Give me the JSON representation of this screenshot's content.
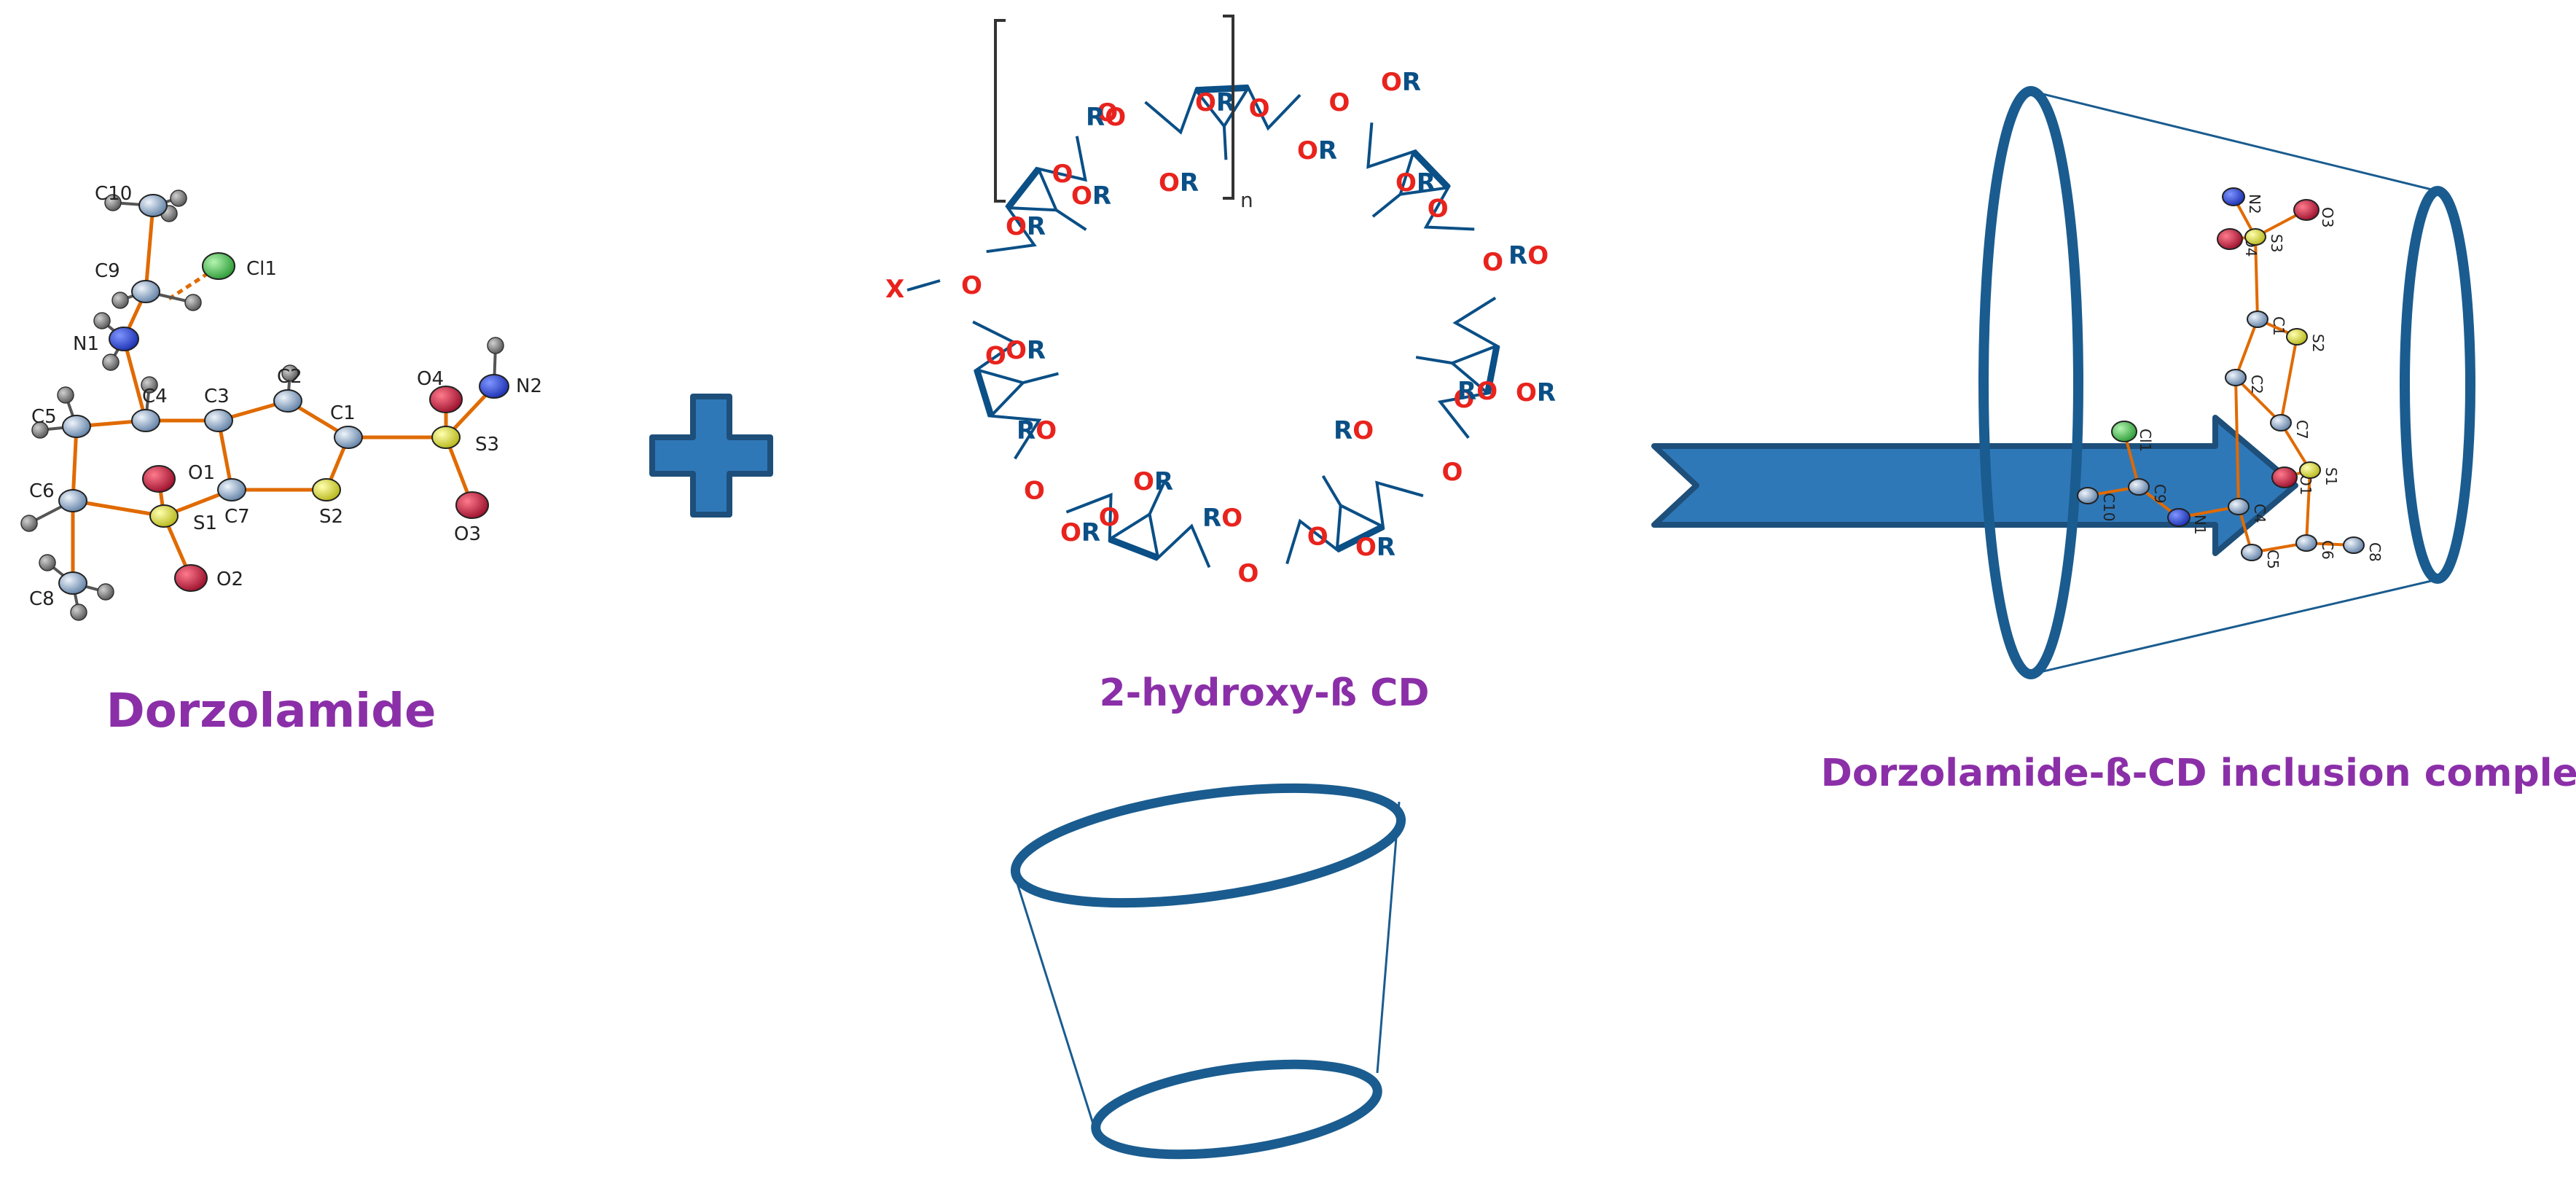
{
  "captions": {
    "left": "Dorzolamide",
    "middle": "2-hydroxy-ß CD",
    "right": "Dorzolamide-ß-CD inclusion complex"
  },
  "colors": {
    "caption": "#8b2fa8",
    "cd_blue": "#1a5c8f",
    "cd_red": "#e8231d",
    "bond": "#e06a00",
    "ring_text_blue": "#0a4f86",
    "arrow_fill": "#2f78b8",
    "arrow_stroke": "#1d4f7a",
    "plus_fill": "#2f78b8",
    "atom_c": "#8aa6c4",
    "atom_h": "#777777",
    "atom_n": "#1a3ccf",
    "atom_o": "#c4183c",
    "atom_s": "#e3e32a",
    "atom_cl": "#3cb84a"
  },
  "dorzolamide": {
    "atoms": [
      {
        "label": "C10",
        "type": "C"
      },
      {
        "label": "C9",
        "type": "C"
      },
      {
        "label": "Cl1",
        "type": "Cl"
      },
      {
        "label": "N1",
        "type": "N"
      },
      {
        "label": "C4",
        "type": "C"
      },
      {
        "label": "C3",
        "type": "C"
      },
      {
        "label": "C2",
        "type": "C"
      },
      {
        "label": "C1",
        "type": "C"
      },
      {
        "label": "C5",
        "type": "C"
      },
      {
        "label": "C6",
        "type": "C"
      },
      {
        "label": "O1",
        "type": "O"
      },
      {
        "label": "C7",
        "type": "C"
      },
      {
        "label": "S1",
        "type": "S"
      },
      {
        "label": "S2",
        "type": "S"
      },
      {
        "label": "O2",
        "type": "O"
      },
      {
        "label": "C8",
        "type": "C"
      },
      {
        "label": "S3",
        "type": "S"
      },
      {
        "label": "O4",
        "type": "O"
      },
      {
        "label": "N2",
        "type": "N"
      },
      {
        "label": "O3",
        "type": "O"
      }
    ]
  },
  "cyclodextrin": {
    "o_label": "O",
    "or_label": "OR",
    "ro_label": "RO",
    "x_label": "X",
    "n_label": "n"
  },
  "complex": {
    "atom_labels": [
      "N2",
      "O4",
      "S3",
      "O3",
      "C1",
      "S2",
      "C2",
      "C7",
      "O1",
      "S1",
      "Cl1",
      "N1",
      "C4",
      "C9",
      "C10",
      "C5",
      "C6",
      "C8"
    ]
  }
}
